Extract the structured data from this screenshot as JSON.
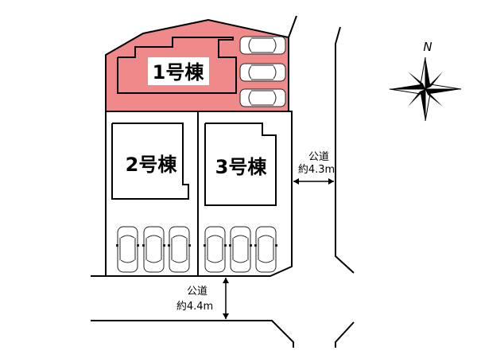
{
  "colors": {
    "lot_1_fill": "#f08a8a",
    "line": "#000000"
  },
  "lots": [
    {
      "label": "1号棟",
      "parking_spaces": 3
    },
    {
      "label": "2号棟",
      "parking_spaces": 3
    },
    {
      "label": "3号棟",
      "parking_spaces": 3
    }
  ],
  "roads": {
    "east": {
      "name": "公道",
      "width": "約4.3m"
    },
    "south": {
      "name": "公道",
      "width": "約4.4m"
    }
  },
  "compass": {
    "label": "N",
    "icon": "compass-rose-icon"
  }
}
